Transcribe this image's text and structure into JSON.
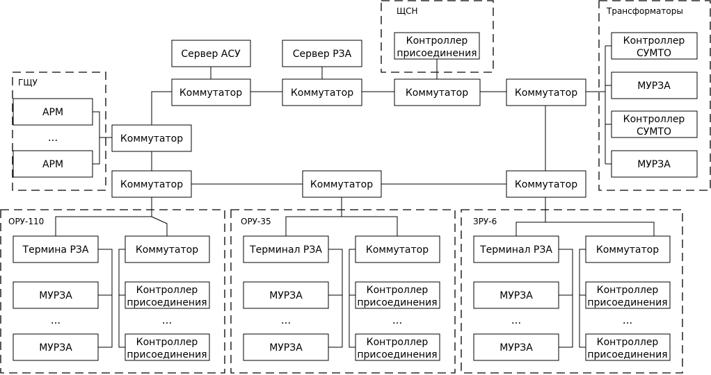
{
  "zones": {
    "gshu": "ГЩУ",
    "shsn": "ЩСН",
    "transformers": "Трансформаторы",
    "oru110": "ОРУ-110",
    "oru35": "ОРУ-35",
    "zru6": "ЗРУ-6"
  },
  "servers": {
    "asu": "Сервер АСУ",
    "rza": "Сервер РЗА"
  },
  "switch_label": "Коммутатор",
  "arm_label": "АРМ",
  "ellipsis": "...",
  "controller": {
    "line1": "Контроллер",
    "line2_bay": "присоединения",
    "line2_sumto": "СУМТО"
  },
  "murza_label": "МУРЗА",
  "terminal_rza_110": "Термина РЗА",
  "terminal_rza": "Терминал РЗА"
}
